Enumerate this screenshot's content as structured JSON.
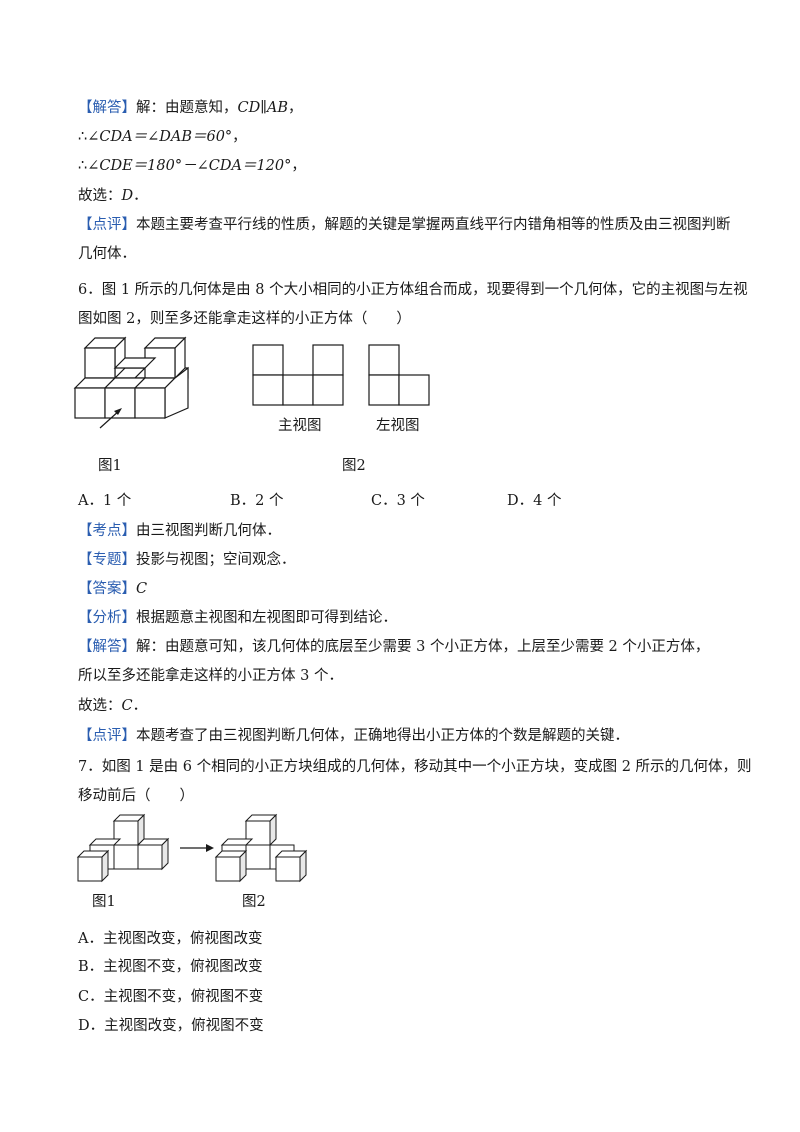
{
  "q5": {
    "jieda_tag": "【解答】",
    "line1_text": "解：由题意知，",
    "line1_math": "CD∥AB",
    "line1_tail": "，",
    "line2_prefix": "∴∠",
    "line2_math": "CDA＝∠DAB＝60°",
    "line2_tail": "，",
    "line3_prefix": "∴∠",
    "line3_math": "CDE＝180°－∠CDA＝120°",
    "line3_tail": "，",
    "choice_prefix": "故选：",
    "choice_value": "D",
    "choice_tail": "．",
    "dianping_tag": "【点评】",
    "dianping_text_1": "本题主要考查平行线的性质，解题的关键是掌握两直线平行内错角相等的性质及由三视图判断",
    "dianping_text_2": "几何体．"
  },
  "q6": {
    "stem_1": "6．图 1 所示的几何体是由 8 个大小相同的小正方体组合而成，现要得到一个几何体，它的主视图与左视",
    "stem_2": "图如图 2，则至多还能拿走这样的小正方体（　　）",
    "fig1_caption": "图1",
    "fig2_caption": "图2",
    "front_view_label": "主视图",
    "left_view_label": "左视图",
    "options": [
      "A．1 个",
      "B．2 个",
      "C．3 个",
      "D．4 个"
    ],
    "kaodian_tag": "【考点】",
    "kaodian_text": "由三视图判断几何体．",
    "zhuanti_tag": "【专题】",
    "zhuanti_text": "投影与视图；空间观念．",
    "daan_tag": "【答案】",
    "daan_value": "C",
    "fenxi_tag": "【分析】",
    "fenxi_text": "根据题意主视图和左视图即可得到结论．",
    "jieda_tag": "【解答】",
    "jieda_text_1": "解：由题意可知，该几何体的底层至少需要 3 个小正方体，上层至少需要 2 个小正方体，",
    "jieda_text_2": "所以至多还能拿走这样的小正方体 3 个．",
    "choice_prefix": "故选：",
    "choice_value": "C",
    "choice_tail": "．",
    "dianping_tag": "【点评】",
    "dianping_text": "本题考查了由三视图判断几何体，正确地得出小正方体的个数是解题的关键．"
  },
  "q7": {
    "stem_1": "7．如图 1 是由 6 个相同的小正方块组成的几何体，移动其中一个小正方块，变成图 2 所示的几何体，则",
    "stem_2": "移动前后（　　）",
    "fig1_caption": "图1",
    "fig2_caption": "图2",
    "options": [
      "A．主视图改变，俯视图改变",
      "B．主视图不变，俯视图改变",
      "C．主视图不变，俯视图不变",
      "D．主视图改变，俯视图不变"
    ]
  }
}
